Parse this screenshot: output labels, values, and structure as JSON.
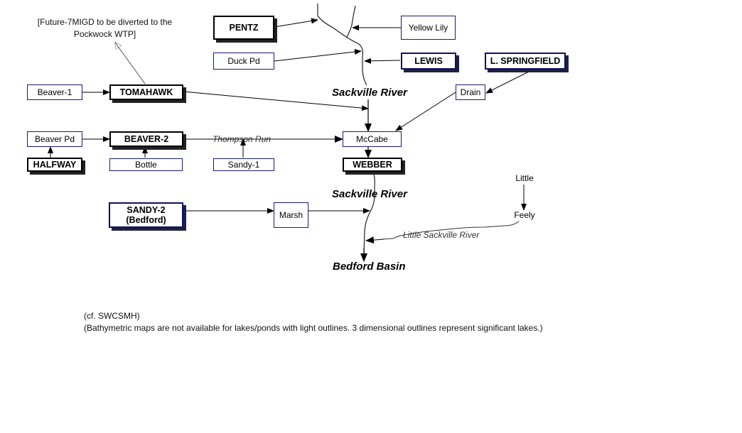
{
  "diagram": {
    "annotation_top": "[Future-7MIGD to be diverted to the Pockwock WTP]",
    "nodes": {
      "pentz": "PENTZ",
      "yellow_lily": "Yellow Lily",
      "duck_pd": "Duck Pd",
      "lewis": "LEWIS",
      "l_springfield": "L. SPRINGFIELD",
      "beaver_1": "Beaver-1",
      "tomahawk": "TOMAHAWK",
      "drain": "Drain",
      "beaver_pd": "Beaver Pd",
      "beaver_2": "BEAVER-2",
      "mccabe": "McCabe",
      "halfway": "HALFWAY",
      "bottle": "Bottle",
      "sandy_1": "Sandy-1",
      "webber": "WEBBER",
      "sandy_2_line1": "SANDY-2",
      "sandy_2_line2": "(Bedford)",
      "marsh": "Marsh",
      "little": "Little",
      "feely": "Feely"
    },
    "rivers": {
      "sackville_upper": "Sackville River",
      "sackville_lower": "Sackville River",
      "bedford_basin": "Bedford Basin",
      "thompson_run": "Thompson Run",
      "little_sackville": "Little Sackville River"
    },
    "footnotes": {
      "line1": "(cf. SWCSMH)",
      "line2": "(Bathymetric maps are not available for lakes/ponds with light outlines. 3 dimensional outlines represent significant lakes.)"
    },
    "colors": {
      "light_border": "#1a1a80",
      "significant_border_black": "#000000",
      "significant_border_navy": "#101060"
    }
  }
}
